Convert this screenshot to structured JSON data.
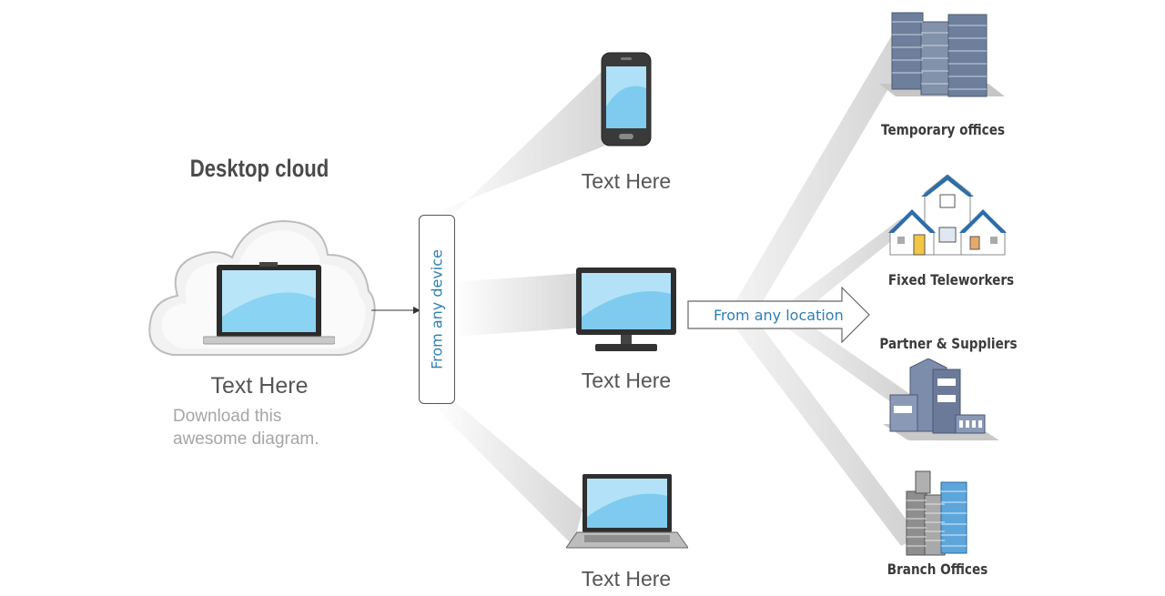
{
  "title": "Desktop cloud",
  "cloud": {
    "caption": "Text Here",
    "subcaption_line1": "Download this",
    "subcaption_line2": "awesome diagram."
  },
  "device_connector_label": "From any device",
  "devices": [
    {
      "icon": "smartphone-icon",
      "caption": "Text Here"
    },
    {
      "icon": "monitor-icon",
      "caption": "Text Here"
    },
    {
      "icon": "laptop-icon",
      "caption": "Text Here"
    }
  ],
  "location_arrow_label": "From any location",
  "locations": [
    {
      "icon": "skyscrapers-icon",
      "label": "Temporary offices"
    },
    {
      "icon": "houses-icon",
      "label": "Fixed Teleworkers"
    },
    {
      "icon": "factory-icon",
      "label": "Partner & Suppliers"
    },
    {
      "icon": "office-towers-icon",
      "label": "Branch Offices"
    }
  ],
  "colors": {
    "accent": "#2f7fb3",
    "screen": "#7fcfef",
    "beam": "#d9d9d9",
    "building": "#6f7f99"
  }
}
